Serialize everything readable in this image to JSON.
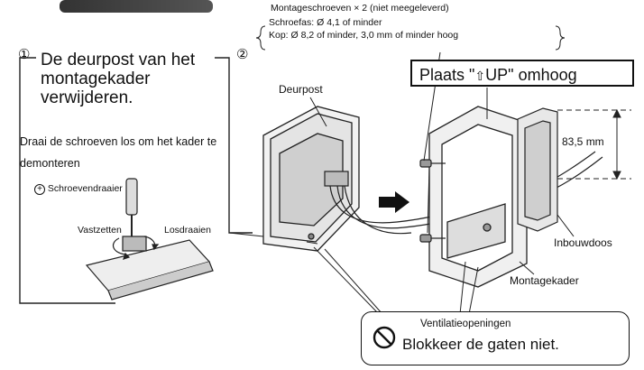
{
  "screws_note": {
    "line1": "Montageschroeven × 2 (niet meegeleverd)",
    "line2": "Schroefas: Ø 4,1 of minder",
    "line3": "Kop: Ø 8,2 of minder, 3,0 mm of minder hoog"
  },
  "step1": {
    "number": "①",
    "title": "De deurpost van het montagekader verwijderen.",
    "description": "Draai de schroeven los om het kader te demonteren",
    "tool_label": "Schroevendraaier",
    "tighten_label": "Vastzetten",
    "loosen_label": "Losdraaien"
  },
  "step2": {
    "number": "②",
    "doorpost_label": "Deurpost",
    "up_instruction_prefix": "Plaats \"",
    "up_instruction_word": "UP",
    "up_instruction_suffix": "\" omhoog",
    "dimension_label": "83,5 mm",
    "box_label": "Inbouwdoos",
    "frame_label": "Montagekader"
  },
  "warning": {
    "vents_label": "Ventilatieopeningen",
    "message": "Blokkeer de gaten niet."
  }
}
